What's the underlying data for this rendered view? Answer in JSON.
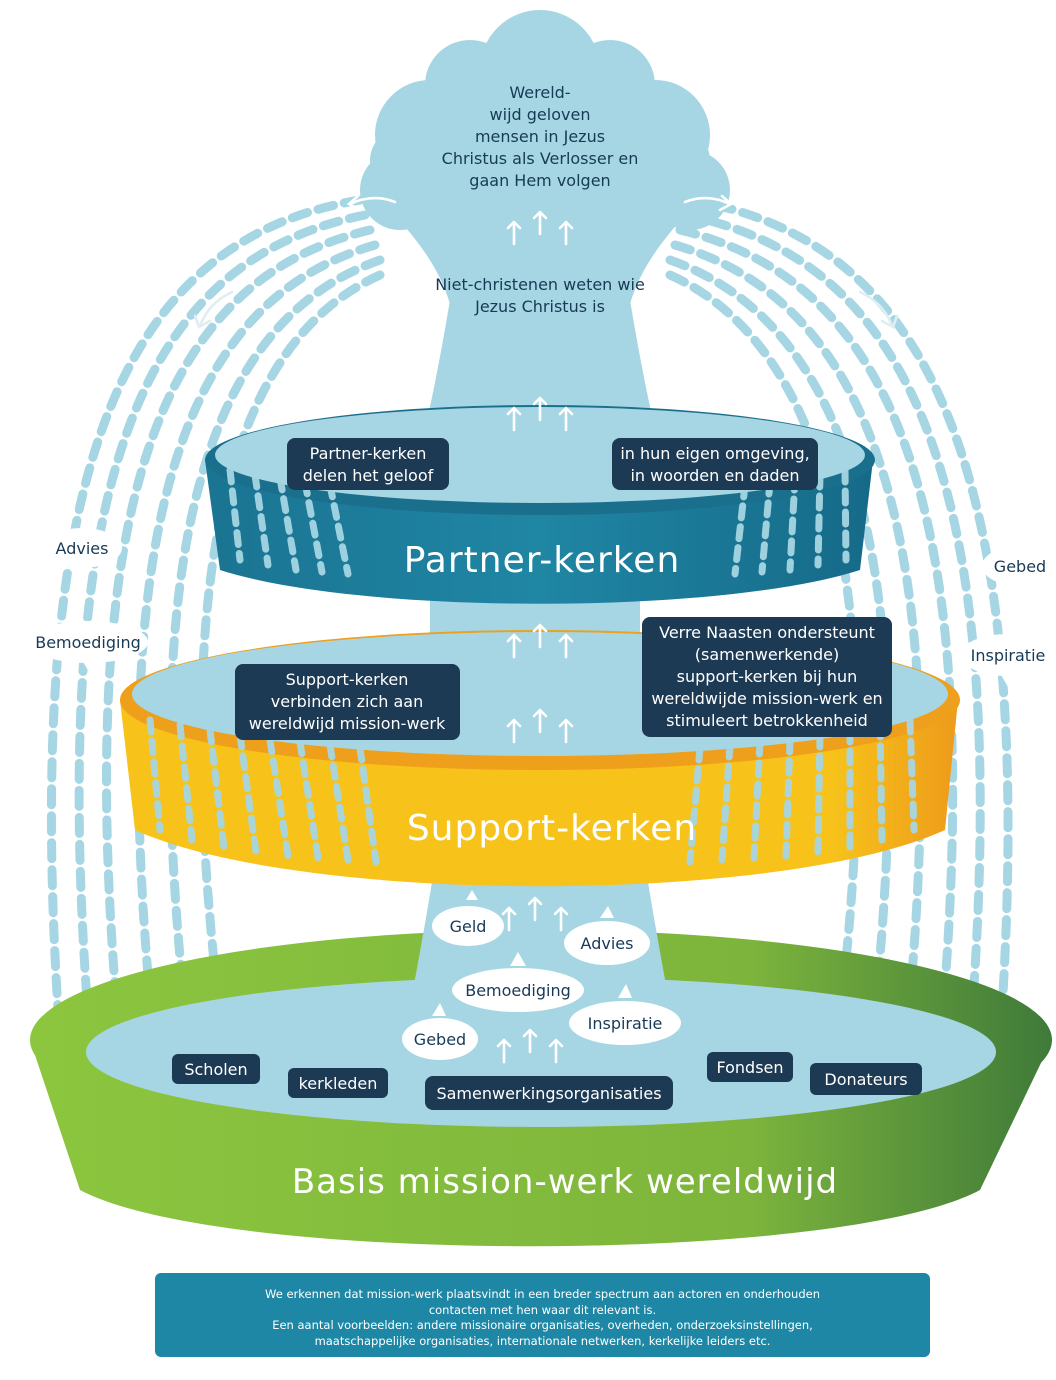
{
  "colors": {
    "water": "#a6d6e3",
    "navy": "#1d3a54",
    "partner": "#1b7d9b",
    "support": "#f6bf13",
    "basis_light": "#8cc63e",
    "basis_dark": "#3f7a3a",
    "note": "#1e87a5"
  },
  "cloud": {
    "top_lines": [
      "Wereld-",
      "wijd geloven",
      "mensen in Jezus",
      "Christus als Verlosser en",
      "gaan Hem volgen"
    ],
    "mid_lines": [
      "Niet-christenen weten wie",
      "Jezus Christus is"
    ]
  },
  "partner": {
    "title": "Partner-kerken",
    "left_lines": [
      "Partner-kerken",
      "delen het geloof"
    ],
    "right_lines": [
      "in hun eigen omgeving,",
      "in woorden en daden"
    ]
  },
  "support": {
    "title": "Support-kerken",
    "left_lines": [
      "Support-kerken",
      "verbinden zich aan",
      "wereldwijd mission-werk"
    ],
    "right_lines": [
      "Verre Naasten ondersteunt",
      "(samenwerkende)",
      "support-kerken bij hun",
      "wereldwijde mission-werk en",
      "stimuleert betrokkenheid"
    ]
  },
  "side_labels": {
    "left": [
      "Advies",
      "Bemoediging"
    ],
    "right": [
      "Gebed",
      "Inspiratie"
    ]
  },
  "flow_bubbles": {
    "geld": "Geld",
    "advies": "Advies",
    "bemoediging": "Bemoediging",
    "inspiratie": "Inspiratie",
    "gebed": "Gebed"
  },
  "basis": {
    "title": "Basis mission-werk wereldwijd",
    "items": {
      "scholen": "Scholen",
      "kerkleden": "kerkleden",
      "samenwerkingsorganisaties": "Samenwerkingsorganisaties",
      "fondsen": "Fondsen",
      "donateurs": "Donateurs"
    }
  },
  "note": {
    "lines": [
      "We erkennen dat mission-werk plaatsvindt in een breder spectrum aan actoren en onderhouden",
      "contacten met hen waar dit relevant is.",
      "Een aantal voorbeelden: andere missionaire organisaties, overheden, onderzoeksinstellingen,",
      "maatschappelijke organisaties, internationale netwerken, kerkelijke leiders etc."
    ]
  }
}
